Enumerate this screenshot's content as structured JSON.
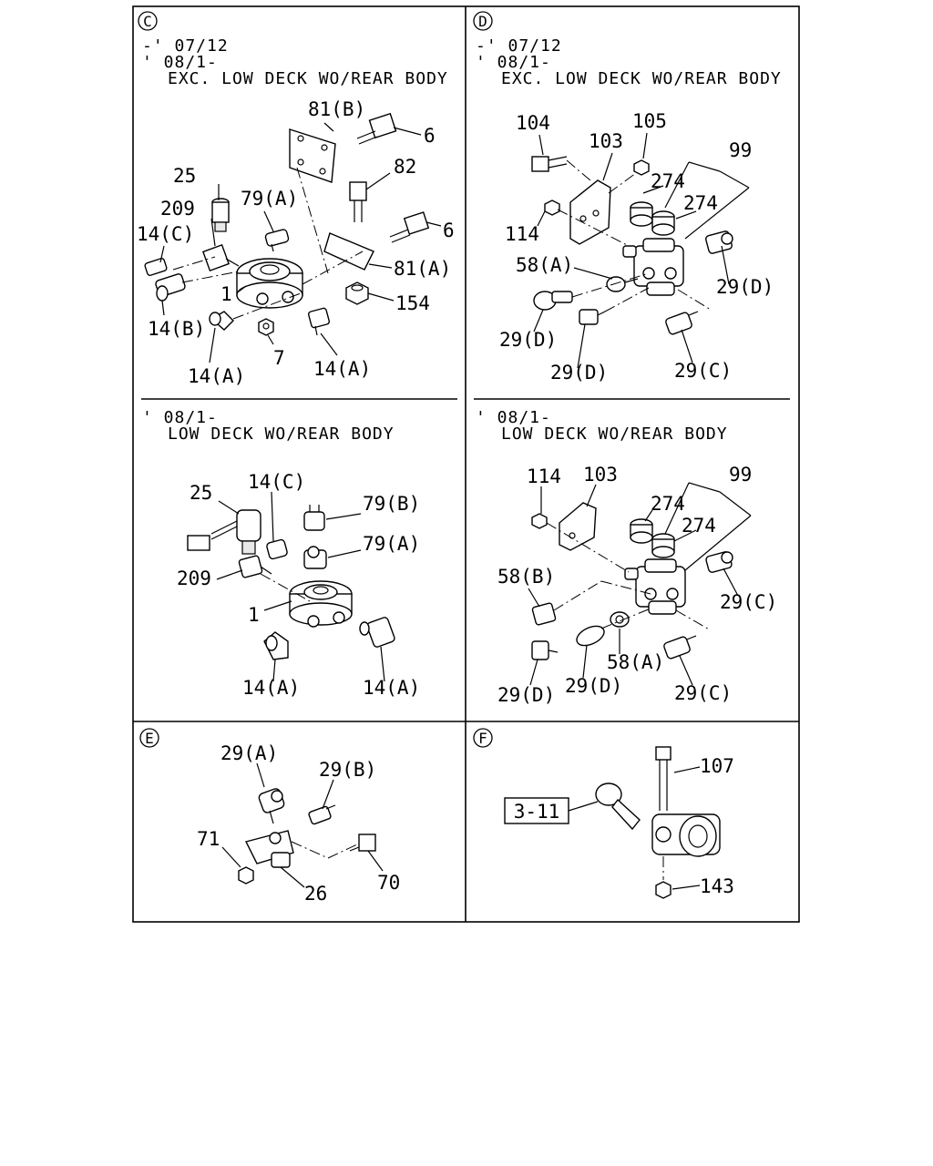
{
  "panels": {
    "C": {
      "badge": "C",
      "header": [
        "-' 07/12",
        "' 08/1-",
        "EXC. LOW DECK WO/REAR BODY"
      ],
      "labels": [
        "81(B)",
        "6",
        "82",
        "6",
        "25",
        "79(A)",
        "209",
        "14(C)",
        "81(A)",
        "1",
        "154",
        "14(B)",
        "7",
        "14(A)",
        "14(A)"
      ]
    },
    "D": {
      "badge": "D",
      "header": [
        "-' 07/12",
        "' 08/1-",
        "EXC. LOW DECK WO/REAR BODY"
      ],
      "labels": [
        "104",
        "105",
        "103",
        "99",
        "274",
        "274",
        "114",
        "58(A)",
        "29(D)",
        "29(D)",
        "29(D)",
        "29(C)"
      ]
    },
    "C2": {
      "header": [
        "' 08/1-",
        "LOW DECK WO/REAR BODY"
      ],
      "labels": [
        "25",
        "14(C)",
        "79(B)",
        "79(A)",
        "209",
        "1",
        "14(A)",
        "14(A)"
      ]
    },
    "D2": {
      "header": [
        "' 08/1-",
        "LOW DECK WO/REAR BODY"
      ],
      "labels": [
        "114",
        "103",
        "99",
        "274",
        "274",
        "58(B)",
        "29(C)",
        "58(A)",
        "29(D)",
        "29(D)",
        "29(C)"
      ]
    },
    "E": {
      "badge": "E",
      "labels": [
        "29(A)",
        "29(B)",
        "71",
        "70",
        "26"
      ]
    },
    "F": {
      "badge": "F",
      "ref_box": "3-11",
      "labels": [
        "107",
        "143"
      ]
    }
  }
}
